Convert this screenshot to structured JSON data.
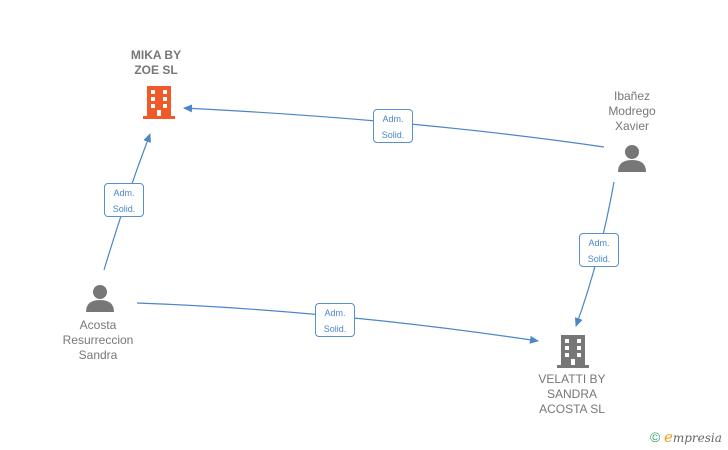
{
  "nodes": {
    "mika": {
      "lines": [
        "MIKA BY",
        "ZOE  SL"
      ],
      "color": "#f05a28"
    },
    "ibanez": {
      "lines": [
        "Ibañez",
        "Modrego",
        "Xavier"
      ],
      "color": "#777777"
    },
    "acosta": {
      "lines": [
        "Acosta",
        "Resurreccion",
        "Sandra"
      ],
      "color": "#777777"
    },
    "velatti": {
      "lines": [
        "VELATTI BY",
        "SANDRA",
        "ACOSTA  SL"
      ],
      "color": "#777777"
    }
  },
  "edges": [
    {
      "from": "ibanez",
      "to": "mika",
      "label": [
        "Adm.",
        "Solid."
      ]
    },
    {
      "from": "acosta",
      "to": "mika",
      "label": [
        "Adm.",
        "Solid."
      ]
    },
    {
      "from": "ibanez",
      "to": "velatti",
      "label": [
        "Adm.",
        "Solid."
      ]
    },
    {
      "from": "acosta",
      "to": "velatti",
      "label": [
        "Adm.",
        "Solid."
      ]
    }
  ],
  "watermark": {
    "symbol": "©",
    "brand_initial": "e",
    "brand_rest": "mpresia"
  },
  "colors": {
    "edge": "#4a86c8",
    "highlight_company": "#f05a28",
    "node_gray": "#777777"
  }
}
